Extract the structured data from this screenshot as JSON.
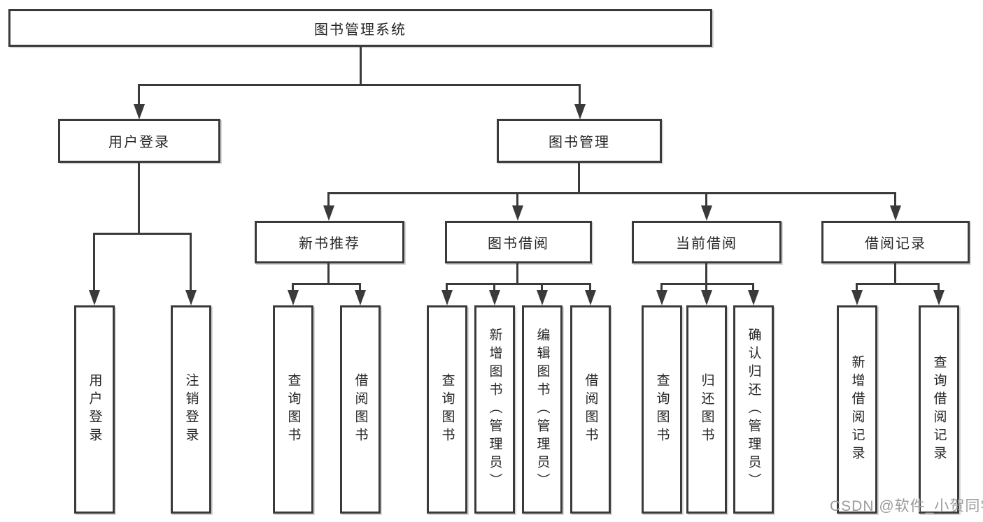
{
  "diagram": {
    "type": "tree-structure-chart",
    "nodes": {
      "root": "图书管理系统",
      "user_login": "用户登录",
      "book_management": "图书管理",
      "new_book_recommend": "新书推荐",
      "book_borrow": "图书借阅",
      "current_borrow": "当前借阅",
      "borrow_record": "借阅记录",
      "ul_user_login": "用户登录",
      "ul_logout": "注销登录",
      "nb_query_book": "查询图书",
      "nb_borrow_book": "借阅图书",
      "bb_query_book": "查询图书",
      "bb_add_book": "新增图书（管理员）",
      "bb_edit_book": "编辑图书（管理员）",
      "bb_borrow_book": "借阅图书",
      "cb_query_book": "查询图书",
      "cb_return_book": "归还图书",
      "cb_confirm_return": "确认归还（管理员）",
      "br_add_record": "新增借阅记录",
      "br_query_record": "查询借阅记录"
    },
    "edges": [
      [
        "root",
        "user_login"
      ],
      [
        "root",
        "book_management"
      ],
      [
        "user_login",
        "ul_user_login"
      ],
      [
        "user_login",
        "ul_logout"
      ],
      [
        "book_management",
        "new_book_recommend"
      ],
      [
        "book_management",
        "book_borrow"
      ],
      [
        "book_management",
        "current_borrow"
      ],
      [
        "book_management",
        "borrow_record"
      ],
      [
        "new_book_recommend",
        "nb_query_book"
      ],
      [
        "new_book_recommend",
        "nb_borrow_book"
      ],
      [
        "book_borrow",
        "bb_query_book"
      ],
      [
        "book_borrow",
        "bb_add_book"
      ],
      [
        "book_borrow",
        "bb_edit_book"
      ],
      [
        "book_borrow",
        "bb_borrow_book"
      ],
      [
        "current_borrow",
        "cb_query_book"
      ],
      [
        "current_borrow",
        "cb_return_book"
      ],
      [
        "current_borrow",
        "cb_confirm_return"
      ],
      [
        "borrow_record",
        "br_add_record"
      ],
      [
        "borrow_record",
        "br_query_record"
      ]
    ],
    "watermark": "CSDN @软件_小贺同学",
    "colors": {
      "line": "#3a3a3a",
      "text": "#262626",
      "watermark": "#9b9b9b",
      "background": "#ffffff"
    }
  }
}
